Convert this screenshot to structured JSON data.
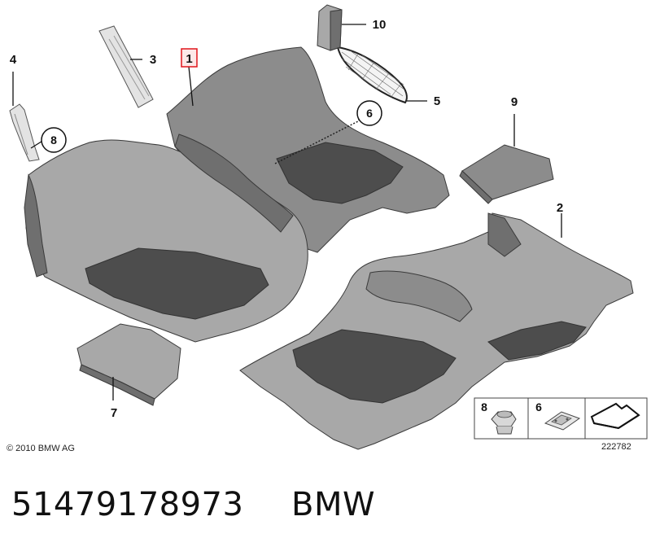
{
  "callouts": {
    "c1": "1",
    "c2": "2",
    "c3": "3",
    "c4": "4",
    "c5": "5",
    "c6": "6",
    "c7": "7",
    "c8": "8",
    "c9": "9",
    "c10": "10"
  },
  "legend": {
    "item8": "8",
    "item6": "6"
  },
  "diagram_id": "222782",
  "copyright": "© 2010 BMW AG",
  "part_number": "51479178973",
  "brand": "BMW",
  "colors": {
    "highlight_box": "#e0151b",
    "highlight_fill": "#fde8e8"
  }
}
